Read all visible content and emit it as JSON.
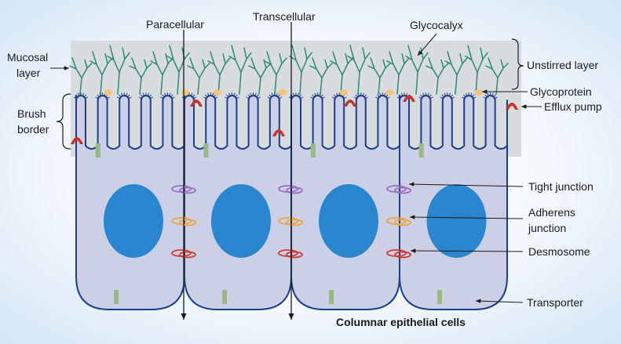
{
  "labels": {
    "paracellular": "Paracellular",
    "transcellular": "Transcellular",
    "glycocalyx": "Glycocalyx",
    "mucosal_layer_line1": "Mucosal",
    "mucosal_layer_line2": "layer",
    "unstirred_layer": "Unstirred layer",
    "glycoprotein": "Glycoprotein",
    "brush_border_line1": "Brush",
    "brush_border_line2": "border",
    "efflux_pump": "Efflux pump",
    "tight_junction": "Tight junction",
    "adherens_junction_line1": "Adherens",
    "adherens_junction_line2": "junction",
    "desmosome": "Desmosome",
    "transporter": "Transporter",
    "caption": "Columnar epithelial cells"
  },
  "colors": {
    "cell_fill": "#ccd0e6",
    "cell_outline": "#1c3f8c",
    "nucleus": "#2a87cf",
    "mucus_layer": "#d9dcdf",
    "glycocalyx": "#2a8c6e",
    "glycoprotein": "#f3c478",
    "efflux_pump": "#c8342a",
    "transporter": "#98b884",
    "tight_junction": "#9a6dc3",
    "adherens_junction": "#f0a43a",
    "desmosome": "#d03a2e"
  }
}
